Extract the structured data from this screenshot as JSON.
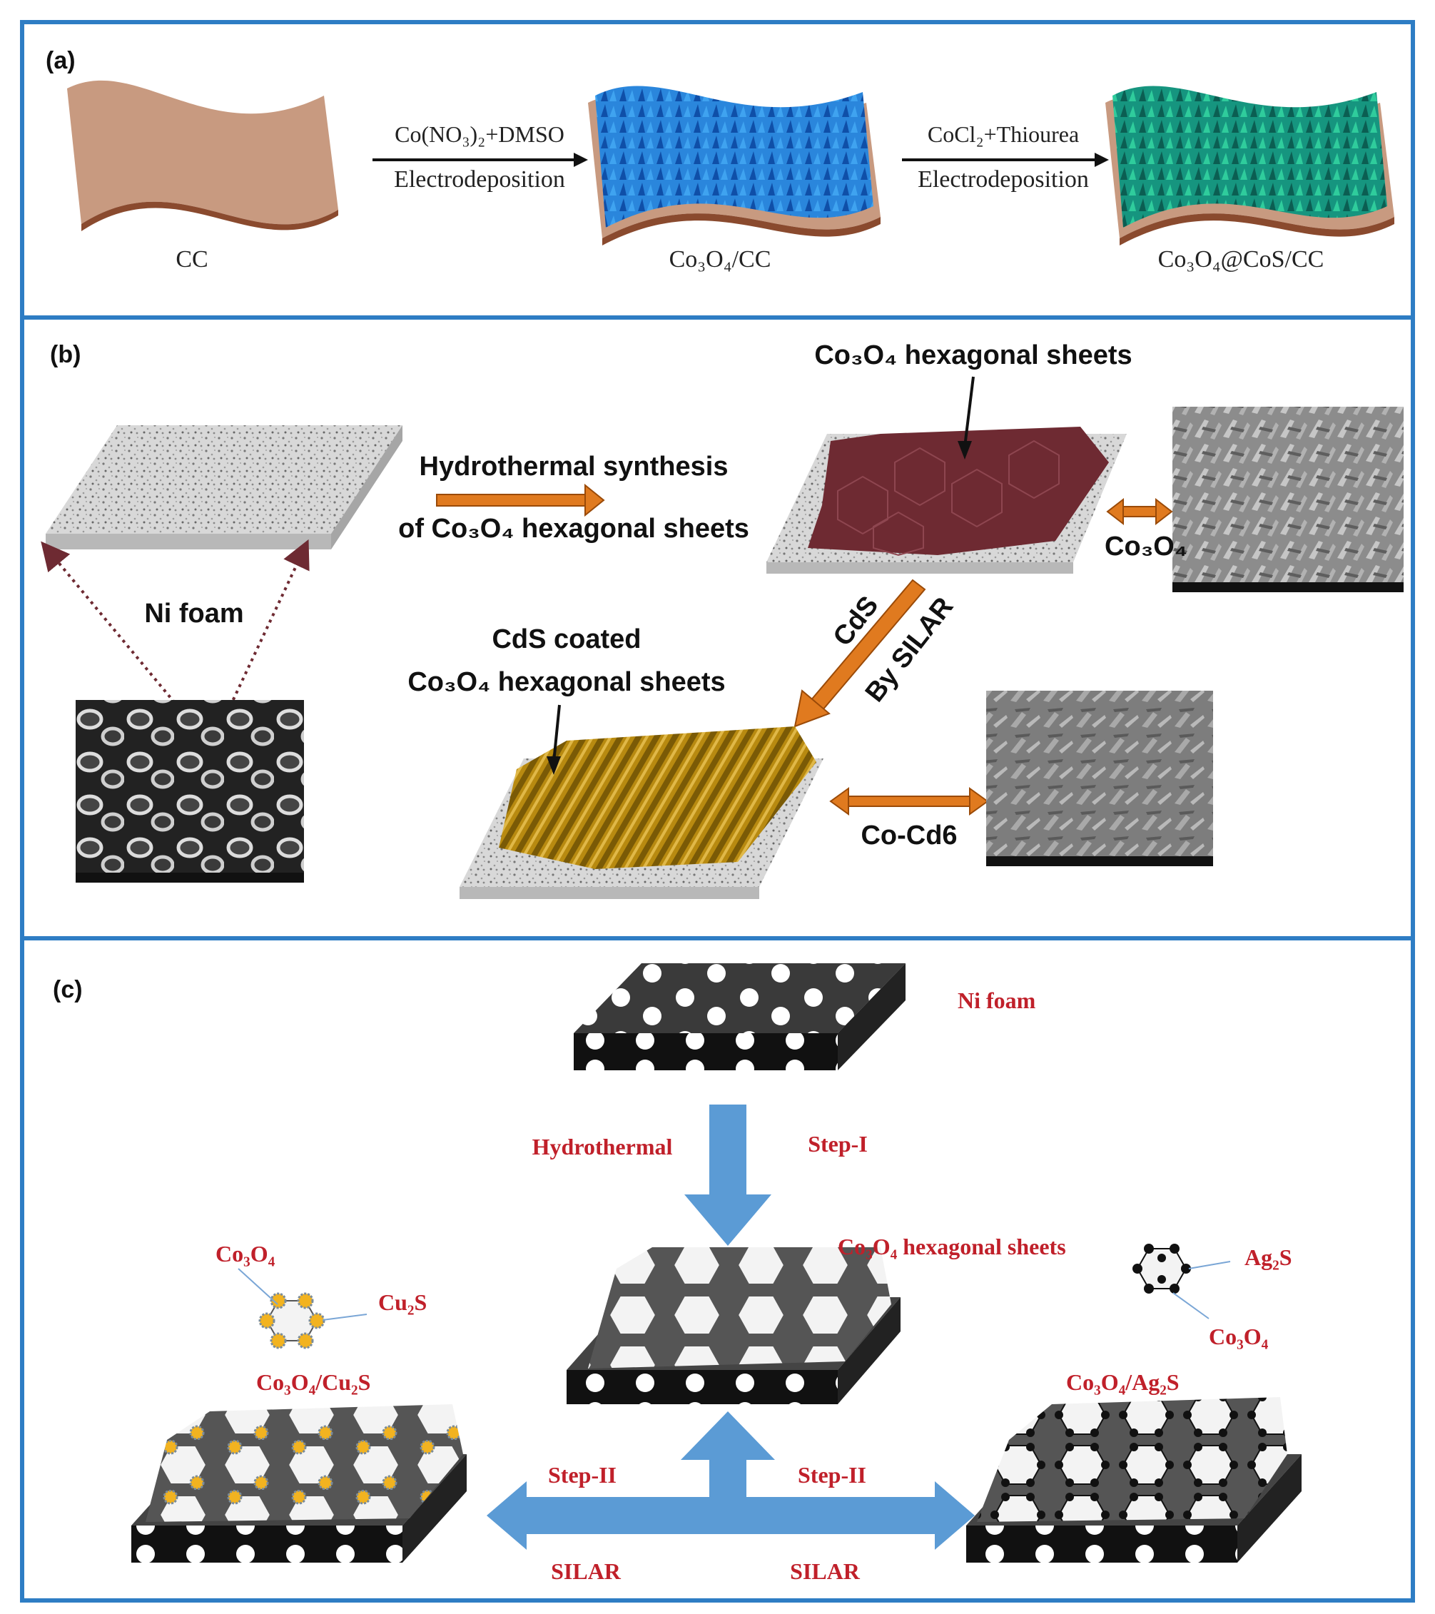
{
  "panel_a": {
    "label": "(a)",
    "stage1": "CC",
    "stage2": "Co₃O₄/CC",
    "stage3": "Co₃O₄@CoS/CC",
    "arrow1_top": "Co(NO₃)₂+DMSO",
    "arrow1_bottom": "Electrodeposition",
    "arrow2_top": "CoCl₂+Thiourea",
    "arrow2_bottom": "Electrodeposition"
  },
  "panel_b": {
    "label": "(b)",
    "ni_foam": "Ni foam",
    "hydro_line1": "Hydrothermal synthesis",
    "hydro_line2": "of Co₃O₄ hexagonal sheets",
    "sheets_title": "Co₃O₄ hexagonal sheets",
    "co3o4_label": "Co₃O₄",
    "cds_label": "CdS",
    "silar_label": "By SILAR",
    "cds_coated_line1": "CdS coated",
    "cds_coated_line2": "Co₃O₄ hexagonal sheets",
    "cocd_label": "Co-Cd6"
  },
  "panel_c": {
    "label": "(c)",
    "ni_foam": "Ni foam",
    "hydrothermal": "Hydrothermal",
    "step1": "Step-I",
    "sheets": "Co₃O₄ hexagonal sheets",
    "left_co3o4": "Co₃O₄",
    "left_cu2s": "Cu₂S",
    "left_product": "Co₃O₄/Cu₂S",
    "right_ag2s": "Ag₂S",
    "right_co3o4": "Co₃O₄",
    "right_product": "Co₃O₄/Ag₂S",
    "step2_left": "Step-II",
    "step2_right": "Step-II",
    "silar_left": "SILAR",
    "silar_right": "SILAR"
  },
  "colors": {
    "border": "#2e7dc4",
    "cloth": "#c89a80",
    "cloth_edge": "#8a4a2e",
    "co3o4_blue": "#1d6fd0",
    "cos_teal": "#15a08a",
    "orange_arrow": "#e07a1f",
    "maroon": "#6e2a32",
    "gold": "#b88a10",
    "blue_arrow": "#5b9bd5",
    "red_text": "#c0202a"
  }
}
